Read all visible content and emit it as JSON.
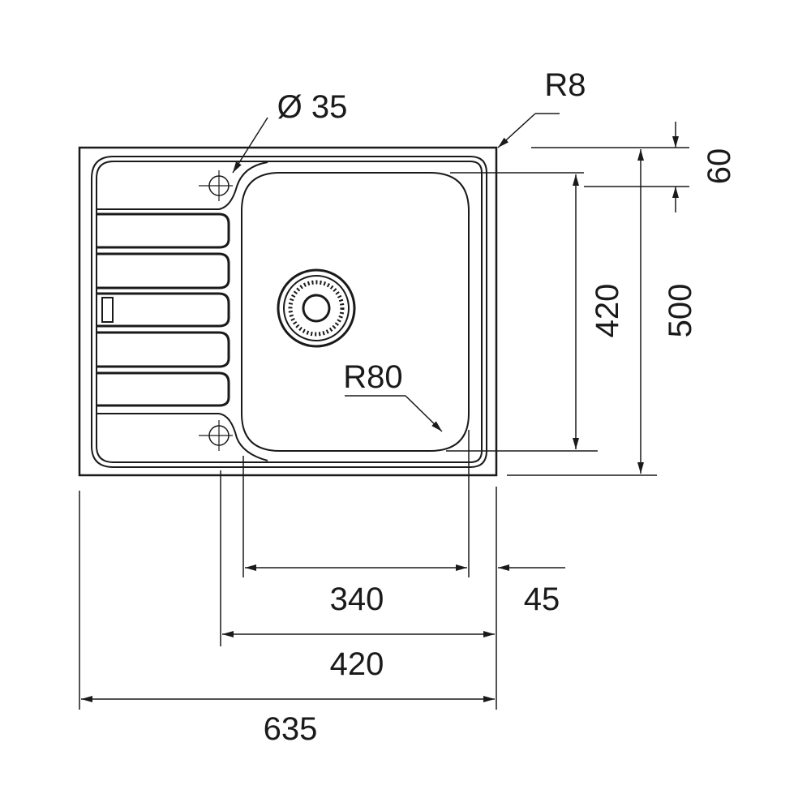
{
  "title": "Sink technical drawing",
  "dimensions": {
    "hole_diameter": "Ø 35",
    "corner_radius": "R8",
    "bowl_radius": "R80",
    "top_offset": "60",
    "bowl_depth": "420",
    "overall_depth": "500",
    "bowl_width": "340",
    "right_margin": "45",
    "cutout_width": "420",
    "overall_width": "635"
  },
  "colors": {
    "line": "#1a1a1a",
    "background": "#ffffff"
  }
}
